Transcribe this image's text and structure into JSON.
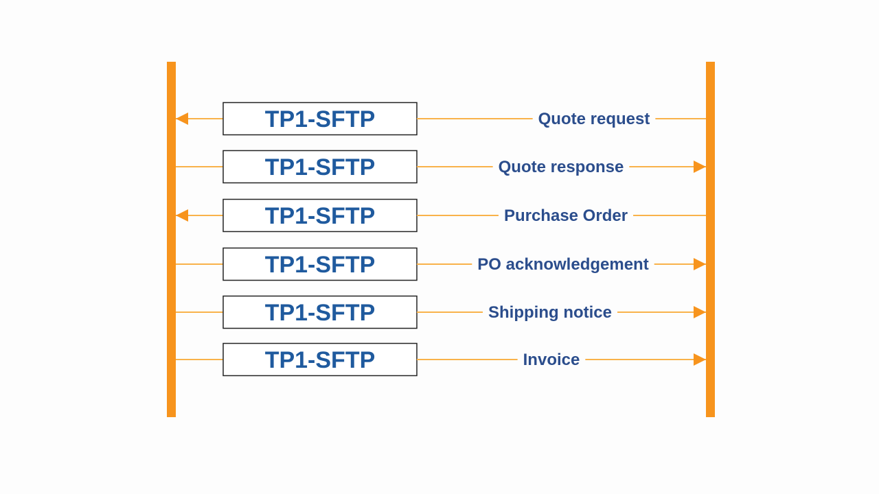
{
  "colors": {
    "lifeline": "#f7941d",
    "connector": "#f9b24a",
    "box_text": "#1f5a9e",
    "label_text": "#2b4d8c",
    "box_border": "#222222",
    "box_fill": "#ffffff"
  },
  "messages": [
    {
      "protocol": "TP1-SFTP",
      "label": "Quote request",
      "direction": "left"
    },
    {
      "protocol": "TP1-SFTP",
      "label": "Quote response",
      "direction": "right"
    },
    {
      "protocol": "TP1-SFTP",
      "label": "Purchase Order",
      "direction": "left"
    },
    {
      "protocol": "TP1-SFTP",
      "label": "PO acknowledgement",
      "direction": "right"
    },
    {
      "protocol": "TP1-SFTP",
      "label": "Shipping notice",
      "direction": "right"
    },
    {
      "protocol": "TP1-SFTP",
      "label": "Invoice",
      "direction": "right"
    }
  ]
}
